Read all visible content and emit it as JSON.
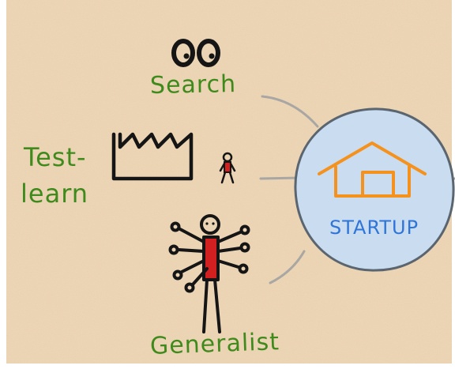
{
  "labels": {
    "search": "Search",
    "test_line1": "Test-",
    "test_line2": "learn",
    "generalist": "Generalist",
    "startup": "STARTUP"
  },
  "colors": {
    "paper": "#efd8b8",
    "green_text": "#3f8a1c",
    "circle_fill": "#c9dcf0",
    "house_orange": "#f5921e",
    "startup_blue": "#2f74d8",
    "red_body": "#d21f1f"
  }
}
